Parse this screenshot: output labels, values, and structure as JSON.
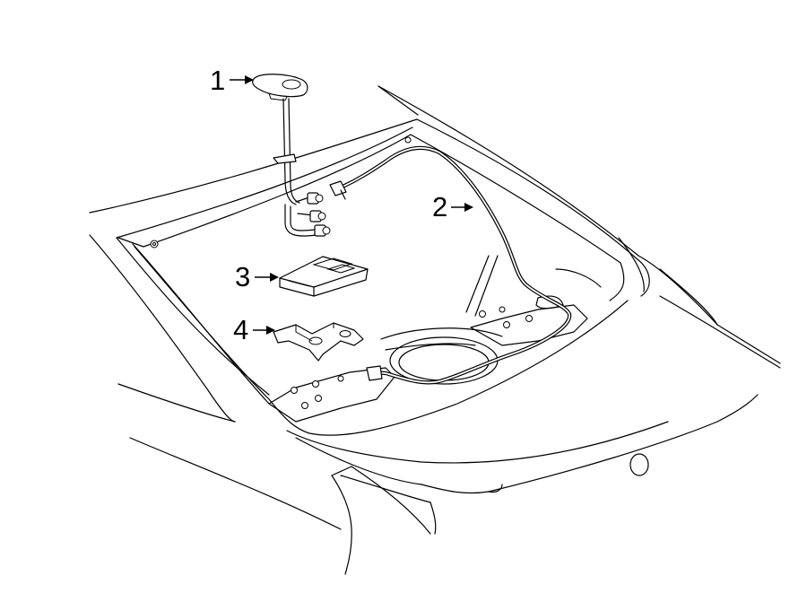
{
  "diagram": {
    "callouts": [
      {
        "id": "1",
        "label": "1",
        "part": "antenna"
      },
      {
        "id": "2",
        "label": "2",
        "part": "antenna-cable"
      },
      {
        "id": "3",
        "label": "3",
        "part": "control-module"
      },
      {
        "id": "4",
        "label": "4",
        "part": "mounting-bracket"
      }
    ]
  }
}
